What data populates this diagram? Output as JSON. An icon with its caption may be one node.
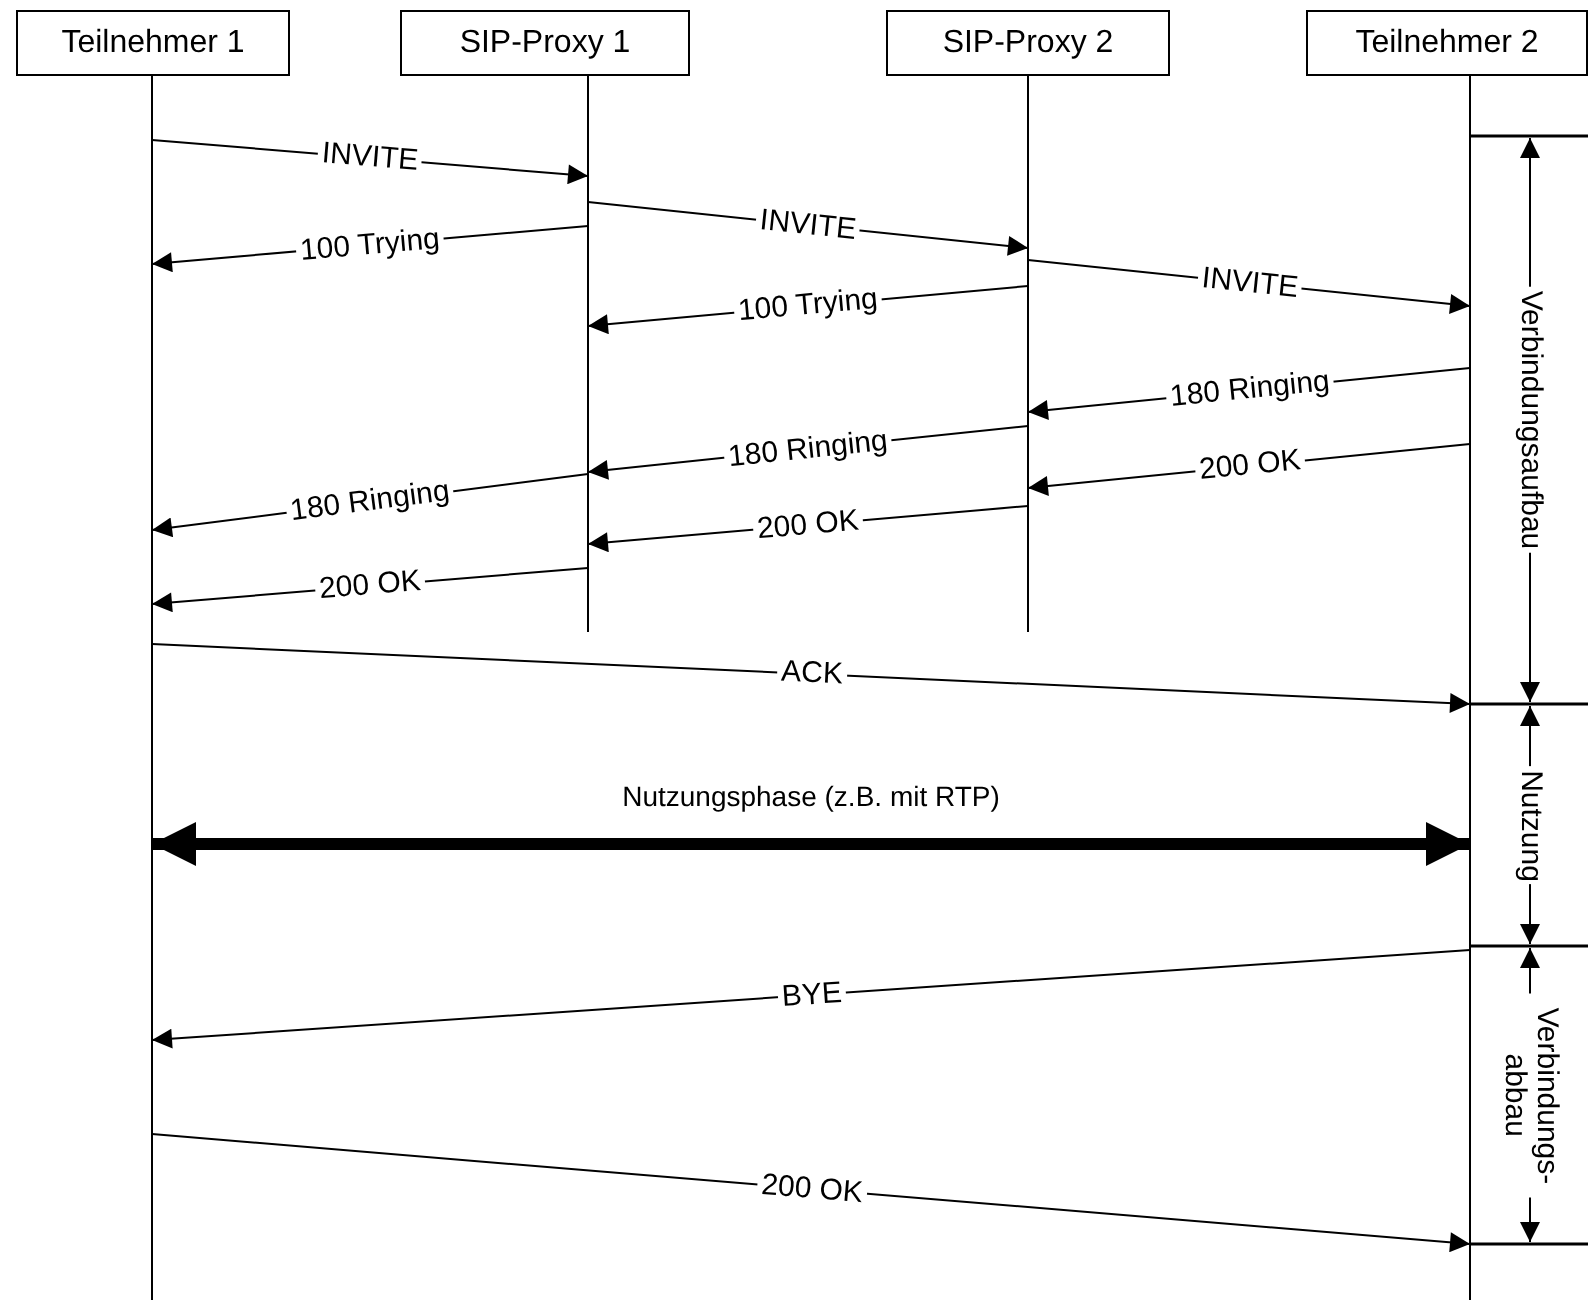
{
  "diagram": {
    "nodes": [
      {
        "text": [
          "Teilnehmer 1"
        ]
      },
      {
        "text": [
          "SIP-Proxy 1"
        ]
      },
      {
        "text": [
          "SIP-Proxy 2"
        ]
      },
      {
        "text": [
          "Teilnehmer 2"
        ]
      }
    ],
    "edges": [
      {
        "from": 0,
        "to": 1,
        "arrow": "to",
        "label": "INVITE"
      },
      {
        "from": 1,
        "to": 2,
        "arrow": "to",
        "label": "INVITE"
      },
      {
        "from": 1,
        "to": 0,
        "arrow": "to",
        "label": "100 Trying"
      },
      {
        "from": 2,
        "to": 3,
        "arrow": "to",
        "label": "INVITE"
      },
      {
        "from": 2,
        "to": 1,
        "arrow": "to",
        "label": "100 Trying"
      },
      {
        "from": 3,
        "to": 2,
        "arrow": "to",
        "label": "180 Ringing"
      },
      {
        "from": 2,
        "to": 1,
        "arrow": "to",
        "label": "180 Ringing"
      },
      {
        "from": 3,
        "to": 2,
        "arrow": "to",
        "label": "200 OK"
      },
      {
        "from": 1,
        "to": 0,
        "arrow": "to",
        "label": "180 Ringing"
      },
      {
        "from": 2,
        "to": 1,
        "arrow": "to",
        "label": "200 OK"
      },
      {
        "from": 1,
        "to": 0,
        "arrow": "to",
        "label": "200 OK"
      },
      {
        "from": 0,
        "to": 3,
        "arrow": "to",
        "label": "ACK"
      },
      {
        "from": 0,
        "to": 3,
        "arrow": "both",
        "label": "Nutzungsphase (z.B. mit RTP)",
        "style": "thick"
      },
      {
        "from": 3,
        "to": 0,
        "arrow": "to",
        "label": "BYE"
      },
      {
        "from": 0,
        "to": 3,
        "arrow": "to",
        "label": "200 OK"
      }
    ],
    "labels": [
      "Verbindungsaufbau",
      "Nutzung",
      "Verbindungs- abbau"
    ]
  }
}
